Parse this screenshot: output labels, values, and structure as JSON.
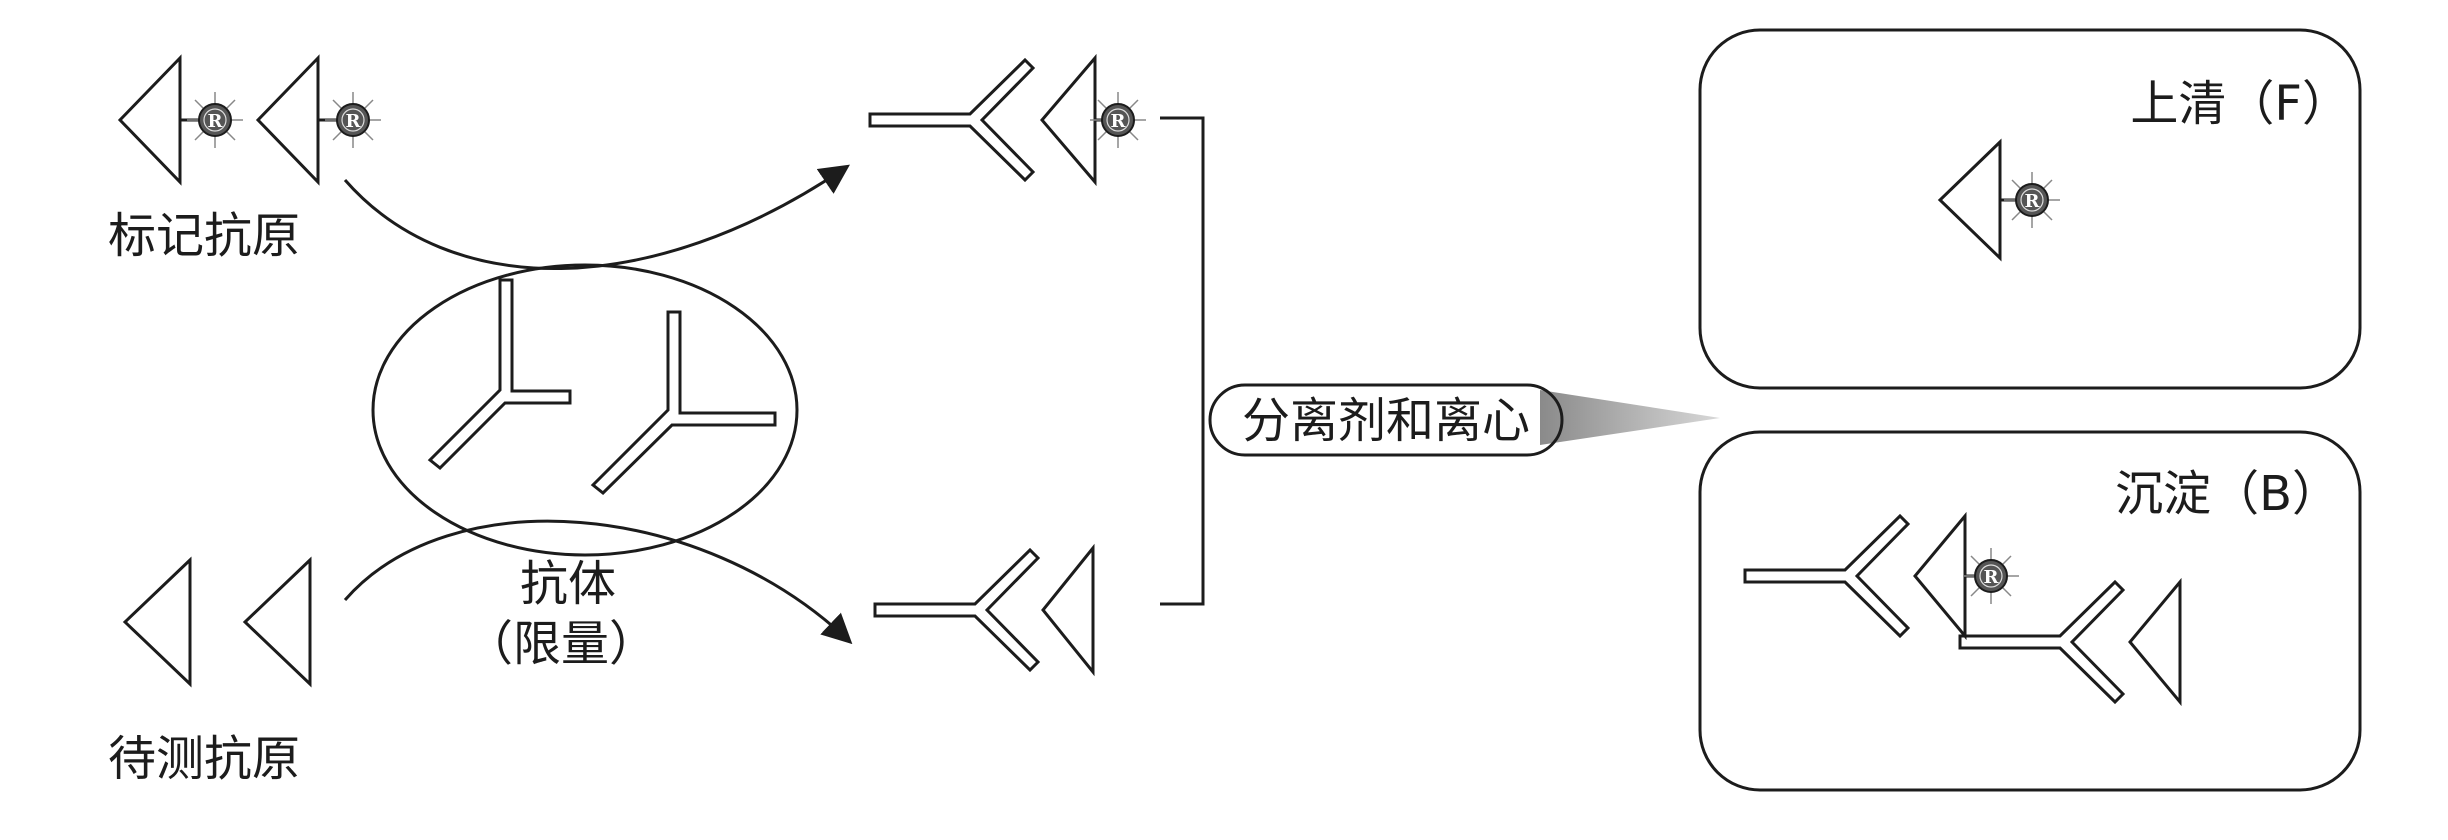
{
  "labels": {
    "labeled_antigen": "标记抗原",
    "test_antigen": "待测抗原",
    "antibody_line1": "抗体",
    "antibody_line2": "（限量）",
    "separation": "分离剂和离心",
    "supernatant": "上清（F）",
    "precipitate": "沉淀（B）"
  },
  "marker_text": "R",
  "colors": {
    "ink": "#1c1c1c",
    "marker_fill": "#555555",
    "background": "#ffffff"
  }
}
